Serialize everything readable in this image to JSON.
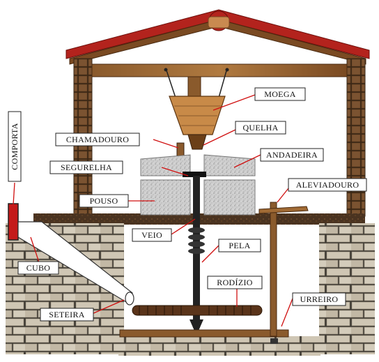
{
  "diagram": {
    "labels": {
      "moega": "MOEGA",
      "quelha": "QUELHA",
      "chamadouro": "CHAMADOURO",
      "andadeira": "ANDADEIRA",
      "segurelha": "SEGURELHA",
      "aleviadouro": "ALEVIADOURO",
      "pouso": "POUSO",
      "veio": "VEIO",
      "pela": "PELA",
      "cubo": "CUBO",
      "rodizio": "RODÍZIO",
      "urreiro": "URREIRO",
      "seteira": "SETEIRA",
      "comporta": "COMPORTA"
    },
    "colors": {
      "roof_tile": "#b3231d",
      "timber": "#7a4a22",
      "brick_wall": "#6e4727",
      "stone_block": "#c9bfae",
      "millstone": "#c8c8c8",
      "arrow": "#d01010",
      "comporta": "#c41a1a"
    }
  }
}
